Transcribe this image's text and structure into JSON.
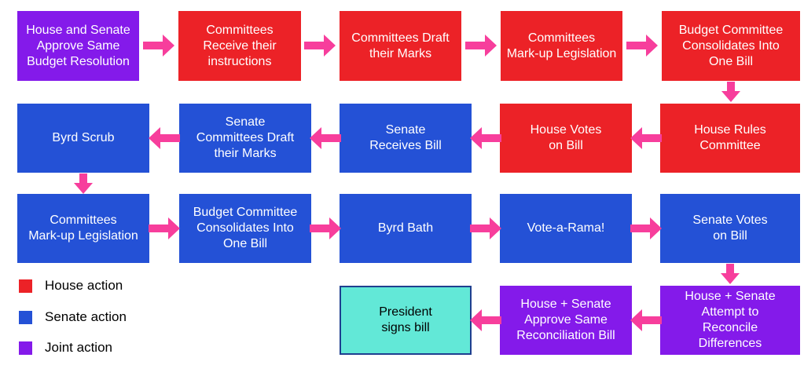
{
  "colors": {
    "house": "#EC2227",
    "senate": "#2451D6",
    "joint": "#841AEA",
    "arrow": "#F73E9C",
    "president_fill": "#62E8D7",
    "president_border": "#1F3F8F",
    "text_light": "#FFFFFF",
    "text_dark": "#000000"
  },
  "nodes": [
    {
      "id": "approve-budget-resolution",
      "type": "joint",
      "label": "House and Senate\nApprove Same\nBudget Resolution"
    },
    {
      "id": "committees-receive-instructions",
      "type": "house",
      "label": "Committees\nReceive their\ninstructions"
    },
    {
      "id": "committees-draft-marks-house",
      "type": "house",
      "label": "Committees Draft\ntheir Marks"
    },
    {
      "id": "committees-markup-house",
      "type": "house",
      "label": "Committees\nMark-up Legislation"
    },
    {
      "id": "budget-committee-consolidates-house",
      "type": "house",
      "label": "Budget Committee\nConsolidates Into\nOne Bill"
    },
    {
      "id": "house-rules-committee",
      "type": "house",
      "label": "House Rules\nCommittee"
    },
    {
      "id": "house-votes-on-bill",
      "type": "house",
      "label": "House Votes\non Bill"
    },
    {
      "id": "senate-receives-bill",
      "type": "senate",
      "label": "Senate\nReceives Bill"
    },
    {
      "id": "senate-committees-draft-marks",
      "type": "senate",
      "label": "Senate\nCommittees Draft\ntheir Marks"
    },
    {
      "id": "byrd-scrub",
      "type": "senate",
      "label": "Byrd Scrub"
    },
    {
      "id": "committees-markup-senate",
      "type": "senate",
      "label": "Committees\nMark-up Legislation"
    },
    {
      "id": "budget-committee-consolidates-senate",
      "type": "senate",
      "label": "Budget Committee\nConsolidates Into\nOne Bill"
    },
    {
      "id": "byrd-bath",
      "type": "senate",
      "label": "Byrd Bath"
    },
    {
      "id": "vote-a-rama",
      "type": "senate",
      "label": "Vote-a-Rama!"
    },
    {
      "id": "senate-votes-on-bill",
      "type": "senate",
      "label": "Senate Votes\non Bill"
    },
    {
      "id": "attempt-reconcile-differences",
      "type": "joint",
      "label": "House + Senate\nAttempt to\nReconcile\nDifferences"
    },
    {
      "id": "approve-reconciliation-bill",
      "type": "joint",
      "label": "House + Senate\nApprove Same\nReconciliation Bill"
    },
    {
      "id": "president-signs-bill",
      "type": "president",
      "label": "President\nsigns bill"
    }
  ],
  "legend": {
    "items": [
      {
        "label": "House action",
        "type": "house"
      },
      {
        "label": "Senate action",
        "type": "senate"
      },
      {
        "label": "Joint action",
        "type": "joint"
      }
    ]
  }
}
